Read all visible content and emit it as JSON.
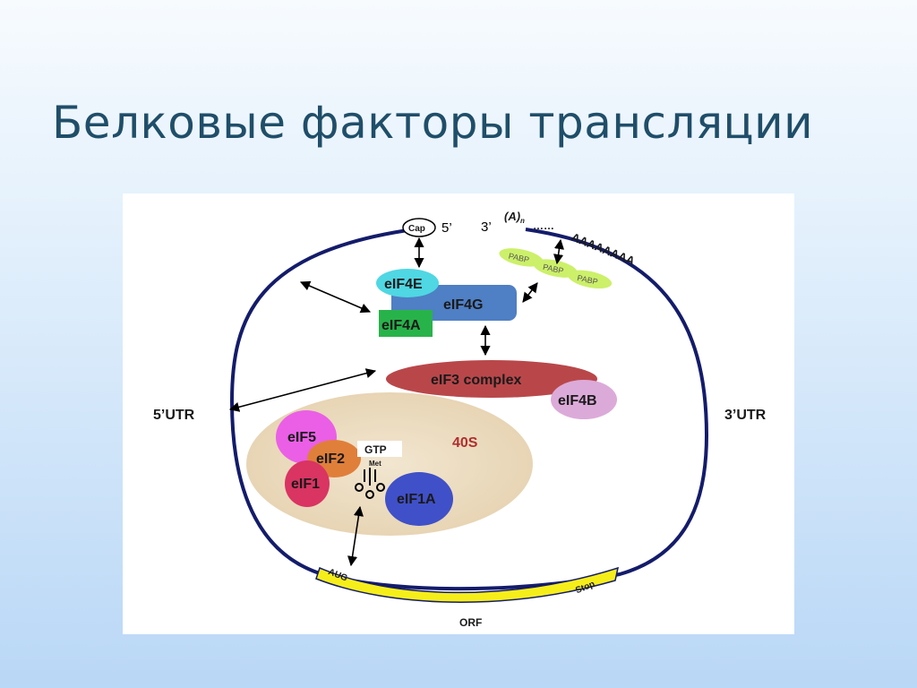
{
  "title": "Белковые факторы трансляции",
  "diagram": {
    "cap": "Cap",
    "five_prime_end": "5’",
    "three_prime_end": "3’",
    "polyA_header": "(A)",
    "polyA_subscript": "n",
    "polyA_dots": "……",
    "polyA_tail": "AAAAAAAA",
    "pabp": [
      "PABP",
      "PABP",
      "PABP"
    ],
    "eif4e": "eIF4E",
    "eif4g": "eIF4G",
    "eif4a": "eIF4A",
    "eif3": "eIF3 complex",
    "eif4b": "eIF4B",
    "utr5": "5’UTR",
    "utr3": "3’UTR",
    "ribosome": "40S",
    "eif5": "eIF5",
    "eif2": "eIF2",
    "gtp": "GTP",
    "met": "Met",
    "eif1": "eIF1",
    "eif1a": "eIF1A",
    "aug": "AUG",
    "stop": "Stop",
    "orf": "ORF"
  },
  "colors": {
    "mrna": "#141c6b",
    "eif4e": "#4fd7e3",
    "eif4g": "#4f7fc4",
    "eif4a": "#28b34a",
    "pabp": "#ccf06a",
    "eif3": "#b9474a",
    "eif4b": "#dcaad9",
    "ribosome": "#ead9bd",
    "ribosome_label": "#b02e2e",
    "eif5": "#ea5fe6",
    "eif2": "#e07f3a",
    "eif1": "#d93462",
    "eif1a": "#4050c8",
    "orf": "#f6ee1a"
  }
}
